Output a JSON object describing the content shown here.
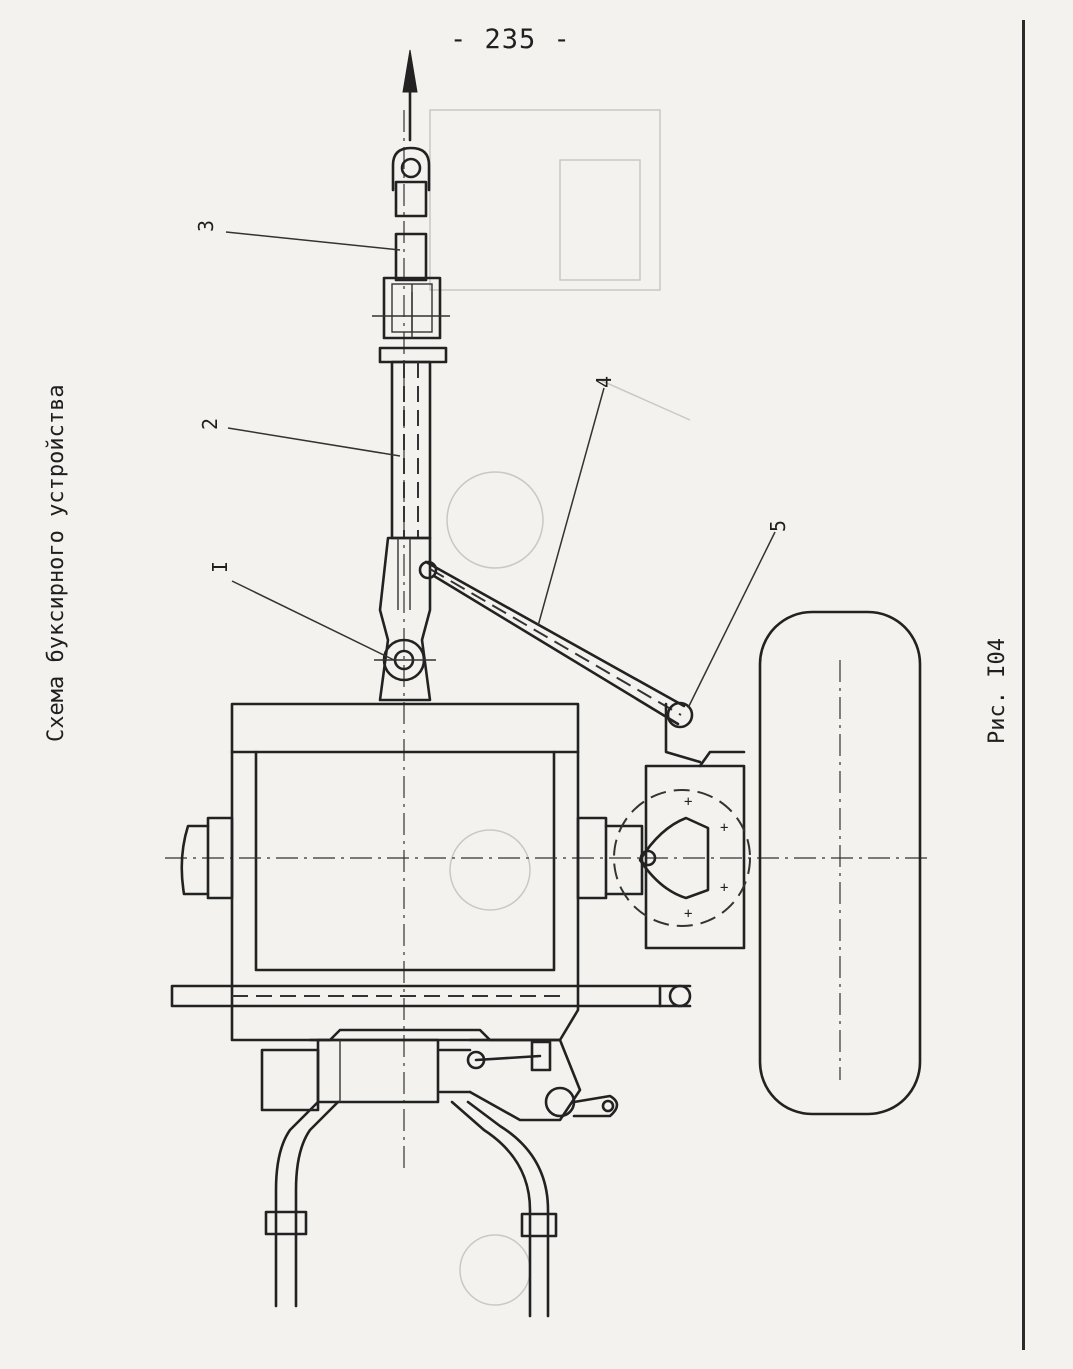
{
  "page_number": "- 235 -",
  "title": "Схема буксирного устройства",
  "caption": "Рис. I04",
  "callouts": [
    {
      "id": "1",
      "label": "I"
    },
    {
      "id": "2",
      "label": "2"
    },
    {
      "id": "3",
      "label": "3"
    },
    {
      "id": "4",
      "label": "4"
    },
    {
      "id": "5",
      "label": "5"
    }
  ]
}
